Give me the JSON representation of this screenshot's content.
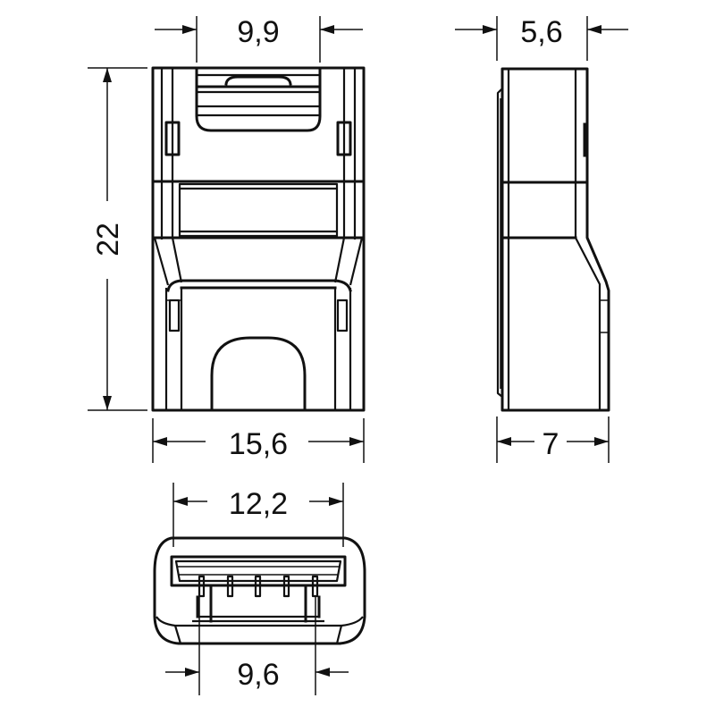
{
  "drawing": {
    "type": "technical-drawing",
    "subject": "connector housing, three orthographic views",
    "line_color": "#111111",
    "background": "#ffffff"
  },
  "views": {
    "front": {
      "name": "front-view"
    },
    "side": {
      "name": "side-view"
    },
    "bottom": {
      "name": "bottom-view",
      "pin_count": 5
    }
  },
  "dimensions": {
    "front_top_width": "9,9",
    "front_height": "22",
    "front_bottom_width": "15,6",
    "side_top_width": "5,6",
    "side_bottom_width": "7",
    "bottom_top_width": "12,2",
    "bottom_bottom_width": "9,6"
  }
}
